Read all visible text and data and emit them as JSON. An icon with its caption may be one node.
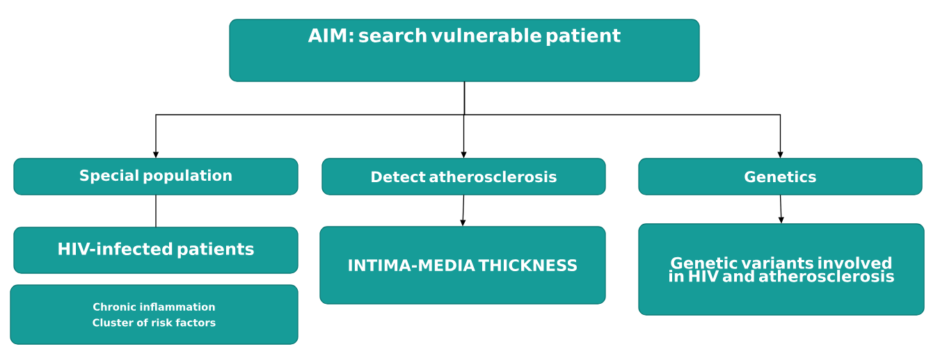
{
  "diagram": {
    "nodes": [
      {
        "text": [
          "AIM: search vulnerable patient"
        ]
      },
      {
        "text": [
          "Special population"
        ]
      },
      {
        "text": [
          "Detect atherosclerosis"
        ]
      },
      {
        "text": [
          "Genetics"
        ]
      },
      {
        "text": [
          "HIV-infected patients"
        ]
      },
      {
        "text": [
          "Chronic inflammation",
          "Cluster of risk factors"
        ]
      },
      {
        "text": [
          "INTIMA-MEDIA THICKNESS"
        ]
      },
      {
        "text": [
          "Genetic variants involved in HIV and atherosclerosis"
        ]
      }
    ],
    "edges": [
      {
        "from": 0,
        "to": 1,
        "arrow": "to"
      },
      {
        "from": 0,
        "to": 2,
        "arrow": "to"
      },
      {
        "from": 0,
        "to": 3,
        "arrow": "to"
      },
      {
        "from": 1,
        "to": 4,
        "arrow": "none"
      },
      {
        "from": 2,
        "to": 6,
        "arrow": "to"
      },
      {
        "from": 3,
        "to": 7,
        "arrow": "to"
      }
    ]
  }
}
